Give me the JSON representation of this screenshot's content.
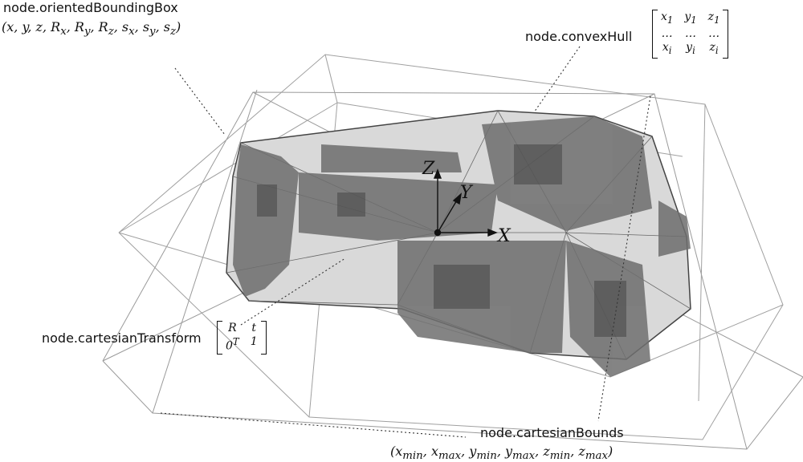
{
  "labels": {
    "obb_title": "node.orientedBoundingBox",
    "obb_params": "(x, y, z, Rx, Ry, Rz, sx, sy, sz)",
    "hull_title": "node.convexHull",
    "hull_matrix": [
      [
        "x1",
        "y1",
        "z1"
      ],
      [
        "...",
        "...",
        "..."
      ],
      [
        "xi",
        "yi",
        "zi"
      ]
    ],
    "transform_title": "node.cartesianTransform",
    "transform_matrix": [
      [
        "R",
        "t"
      ],
      [
        "0T",
        "1"
      ]
    ],
    "bounds_title": "node.cartesianBounds",
    "bounds_params": "(xmin, xmax, ymin, ymax, zmin, zmax)"
  },
  "axes": {
    "z": "Z",
    "y": "Y",
    "x": "X"
  },
  "colors": {
    "hull_fill": "#d9d9d9",
    "line": "#888888",
    "hull_line": "#444444",
    "mesh": "#6e6e6e"
  }
}
